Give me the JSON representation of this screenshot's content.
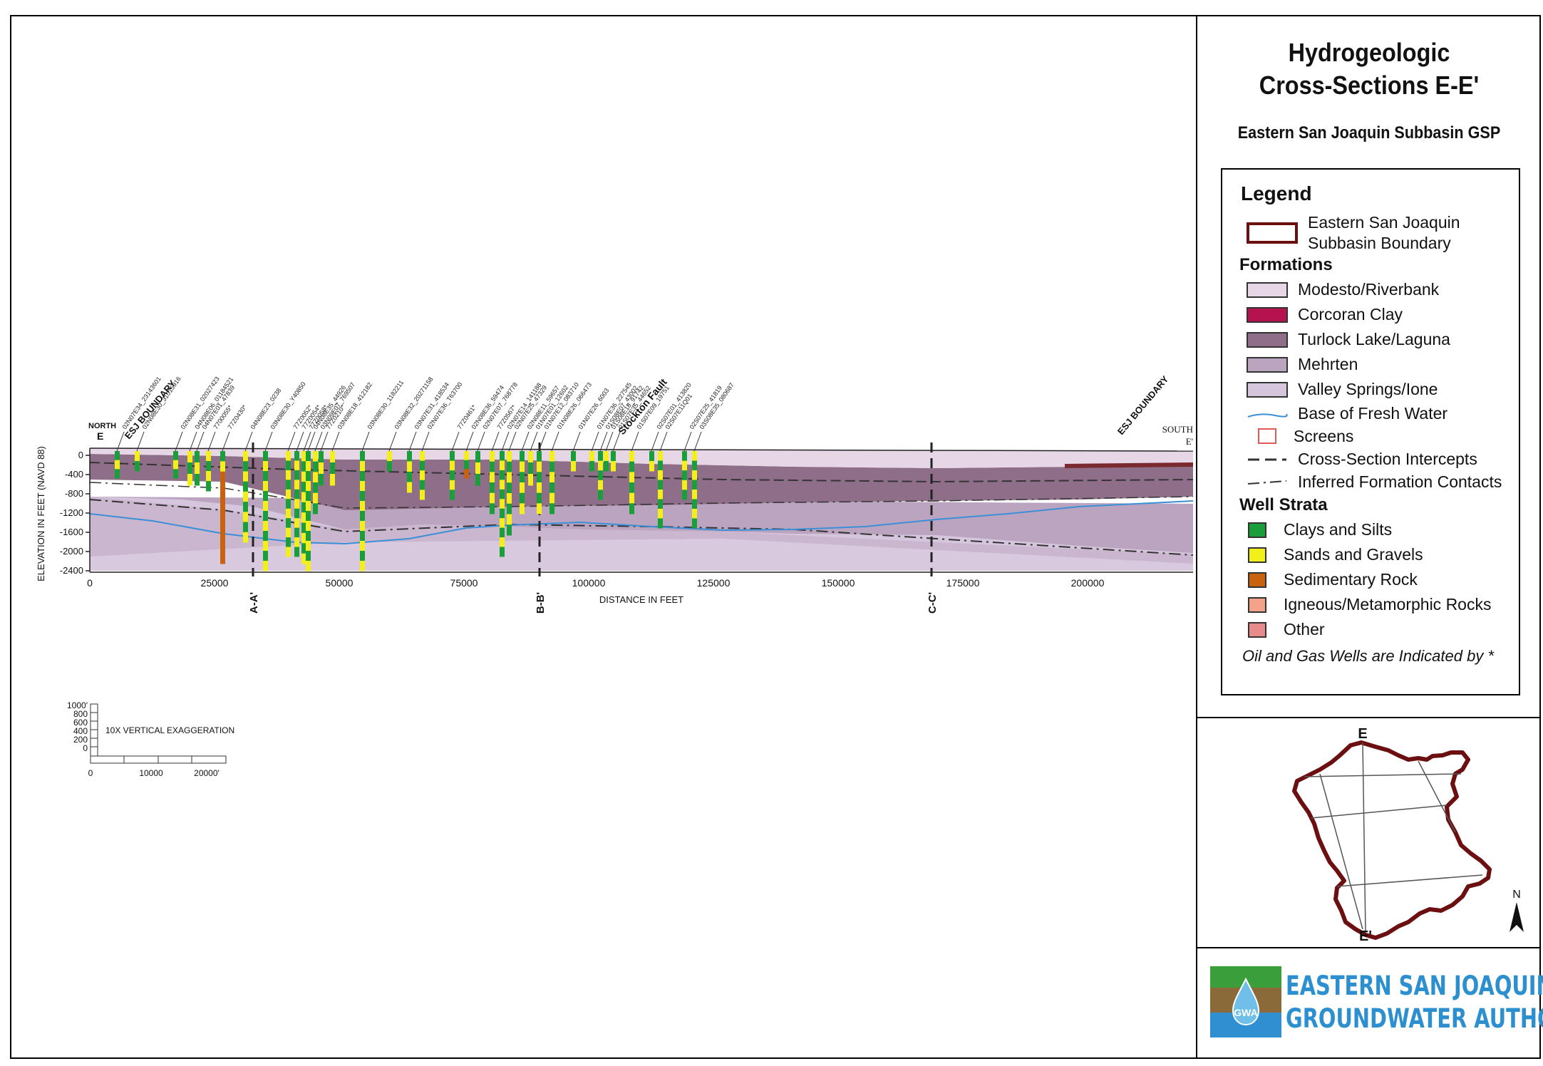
{
  "title": {
    "line1": "Hydrogeologic",
    "line2": "Cross-Sections E-E'",
    "subtitle": "Eastern San Joaquin Subbasin GSP"
  },
  "legend": {
    "heading": "Legend",
    "boundary": {
      "label1": "Eastern San Joaquin",
      "label2": "Subbasin Boundary",
      "color": "#6b0f10"
    },
    "formations_heading": "Formations",
    "formations": [
      {
        "label": "Modesto/Riverbank",
        "color": "#e6d6e6"
      },
      {
        "label": "Corcoran Clay",
        "color": "#b5124f"
      },
      {
        "label": "Turlock Lake/Laguna",
        "color": "#8f6e8a"
      },
      {
        "label": "Mehrten",
        "color": "#bba4c0"
      },
      {
        "label": "Valley Springs/Ione",
        "color": "#d6c6dd"
      }
    ],
    "lines": [
      {
        "label": "Base of Fresh Water",
        "color": "#3a8fd6"
      },
      {
        "label": "Screens",
        "color": "#e35a55"
      },
      {
        "label": "Cross-Section Intercepts",
        "color": "#333333"
      },
      {
        "label": "Inferred Formation Contacts",
        "color": "#333333"
      }
    ],
    "strata_heading": "Well Strata",
    "strata": [
      {
        "label": "Clays and Silts",
        "color": "#1a9e3a"
      },
      {
        "label": "Sands and Gravels",
        "color": "#f2ef1a"
      },
      {
        "label": "Sedimentary Rock",
        "color": "#c8620e"
      },
      {
        "label": "Igneous/Metamorphic Rocks",
        "color": "#f4a38a"
      },
      {
        "label": "Other",
        "color": "#e78b8b"
      }
    ],
    "note": "Oil and Gas Wells are Indicated by *"
  },
  "section": {
    "north_label": "NORTH",
    "north_letter": "E",
    "south_label": "SOUTH",
    "south_letter": "E'",
    "y_axis_label": "ELEVATION IN FEET (NAVD 88)",
    "x_axis_label": "DISTANCE IN FEET",
    "y_ticks": [
      "0",
      "-400",
      "-800",
      "-1200",
      "-1600",
      "-2000",
      "-2400"
    ],
    "x_ticks": [
      "0",
      "25000",
      "50000",
      "75000",
      "100000",
      "125000",
      "150000",
      "175000",
      "200000"
    ],
    "intercepts": [
      "A-A'",
      "B-B'",
      "C-C'"
    ],
    "fault_label": "Stockton Fault",
    "boundary_labels": [
      "ESJ BOUNDARY",
      "ESJ BOUNDARY"
    ],
    "well_ids": [
      "02N07E34_23143601",
      "02N08E30_31015916",
      "02N08E31_02027423",
      "04N08E06_01184521",
      "04N07E01_47839",
      "7700055*",
      "77Z0430*",
      "04N08E23_0238",
      "03N08E30_Y40850",
      "77Z0052*",
      "77Z0054*",
      "77Z0058*",
      "04N08E35_44926",
      "03N09E07_769507",
      "77Z0210*",
      "03N08E18_412182",
      "03N08E30_1182211",
      "03N08E32_20271158",
      "03N07E31_418534",
      "02N07E36_T63700",
      "77Z0461*",
      "02N08E36_59474",
      "02N07E07_768778",
      "77Z0567*",
      "02N07E14_141188",
      "02N07E25_47329",
      "02N08E11_59657",
      "01N07E01_12602",
      "01N07E12_083710",
      "01N08E26_066473",
      "01N07E26_6003",
      "01N07E36_227545",
      "01S08E07_43002",
      "01S08E18_91742",
      "01S07E35_44652",
      "01S07E09_19751",
      "02S07E01_413820",
      "02S07E11Q01",
      "02S07E25_41819",
      "03S08E35_080687"
    ]
  },
  "scale": {
    "label": "10X VERTICAL EXAGGERATION",
    "v_ticks": [
      "1000'",
      "800",
      "600",
      "400",
      "200",
      "0"
    ],
    "h_ticks": [
      "0",
      "10000",
      "20000'"
    ]
  },
  "map": {
    "top_label": "E",
    "bottom_label": "E'",
    "north_arrow": "N"
  },
  "logo": {
    "line1": "EASTERN SAN JOAQUIN",
    "line2": "GROUNDWATER AUTHORITY",
    "badge": "GWA"
  }
}
